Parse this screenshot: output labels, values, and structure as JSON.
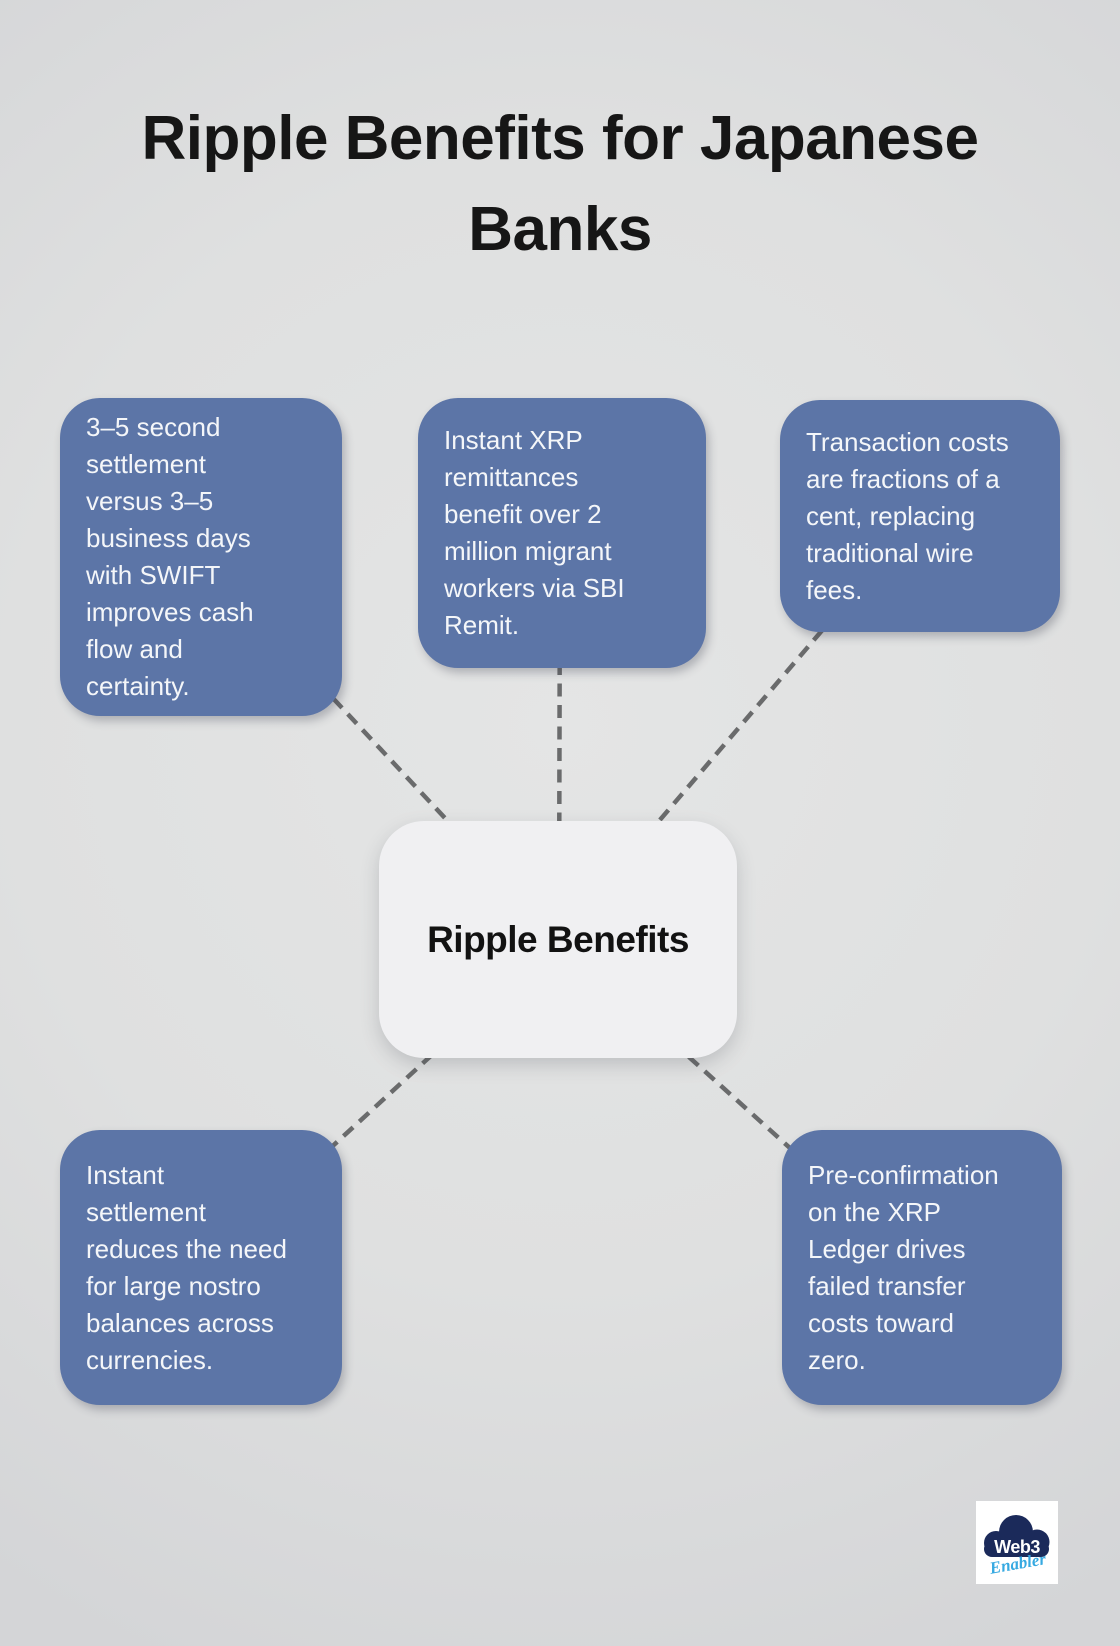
{
  "title": "Ripple Benefits for Japanese Banks",
  "center": {
    "label": "Ripple Benefits"
  },
  "nodes": [
    {
      "position": "top-left",
      "text": "3–5 second\nsettlement\nversus 3–5\nbusiness days\nwith SWIFT\nimproves cash\nflow and\ncertainty."
    },
    {
      "position": "top-middle",
      "text": "Instant XRP\nremittances\nbenefit over 2\nmillion migrant\nworkers via SBI\nRemit."
    },
    {
      "position": "top-right",
      "text": "Transaction costs\nare fractions of a\ncent, replacing\ntraditional wire\nfees."
    },
    {
      "position": "bottom-left",
      "text": "Instant\nsettlement\nreduces the need\nfor large nostro\nbalances across\ncurrencies."
    },
    {
      "position": "bottom-right",
      "text": "Pre-confirmation\non the XRP\nLedger drives\nfailed transfer\ncosts toward\nzero."
    }
  ],
  "logo": {
    "name": "Web3",
    "tagline": "Enabler"
  },
  "colors": {
    "background": "#dfe0e0",
    "node_fill": "#5c75a7",
    "node_text": "#f4f6f9",
    "center_fill": "#f0f0f2",
    "center_text": "#121212",
    "connector": "#6a6b6c",
    "title_text": "#161616",
    "logo_navy": "#1b2a5a",
    "logo_blue": "#36a9e1"
  }
}
